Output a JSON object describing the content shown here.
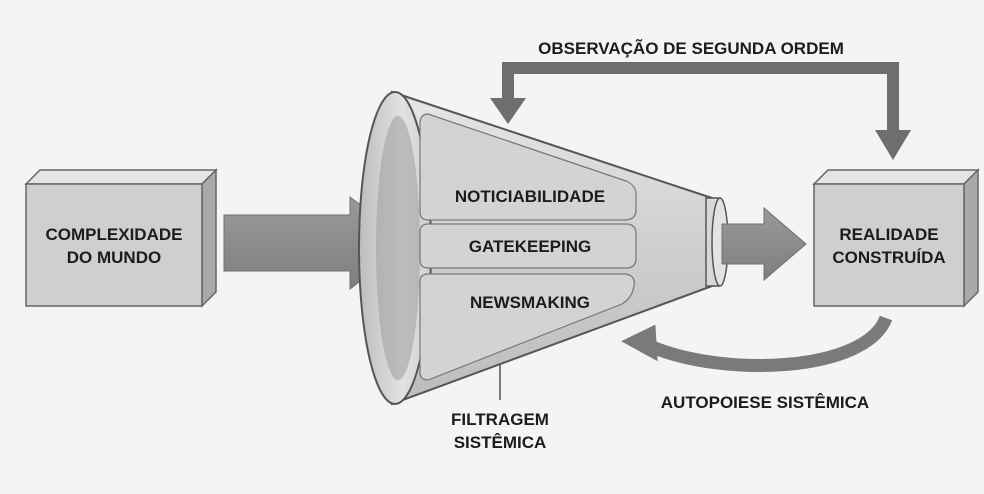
{
  "boxes": {
    "left": {
      "line1": "COMPLEXIDADE",
      "line2": "DO MUNDO"
    },
    "right": {
      "line1": "REALIDADE",
      "line2": "CONSTRUÍDA"
    }
  },
  "funnel": {
    "layers": [
      "NOTICIABILIDADE",
      "GATEKEEPING",
      "NEWSMAKING"
    ],
    "caption": {
      "line1": "FILTRAGEM",
      "line2": "SISTÊMICA"
    }
  },
  "feedback": {
    "top_label": "OBSERVAÇÃO DE SEGUNDA ORDEM",
    "bottom_label": "AUTOPOIESE SISTÊMICA"
  }
}
